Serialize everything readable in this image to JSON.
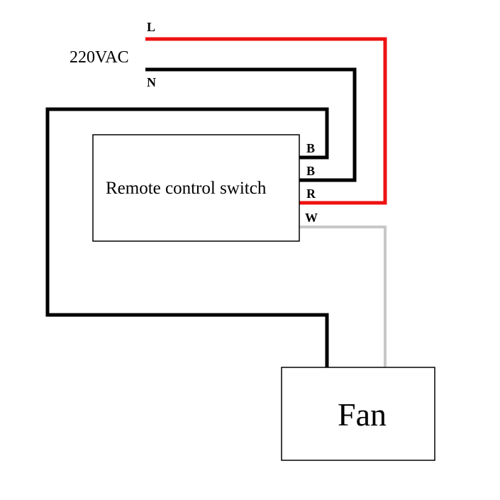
{
  "supply": {
    "voltage_label": "220VAC",
    "live_label": "L",
    "neutral_label": "N"
  },
  "switch_box": {
    "label": "Remote control switch",
    "terminals": [
      "B",
      "B",
      "R",
      "W"
    ]
  },
  "fan_box": {
    "label": "Fan"
  },
  "wire_colors": {
    "live": "#ee1111",
    "neutral": "#000000",
    "return": "#000000",
    "fan_feed": "#c8c8c8"
  }
}
